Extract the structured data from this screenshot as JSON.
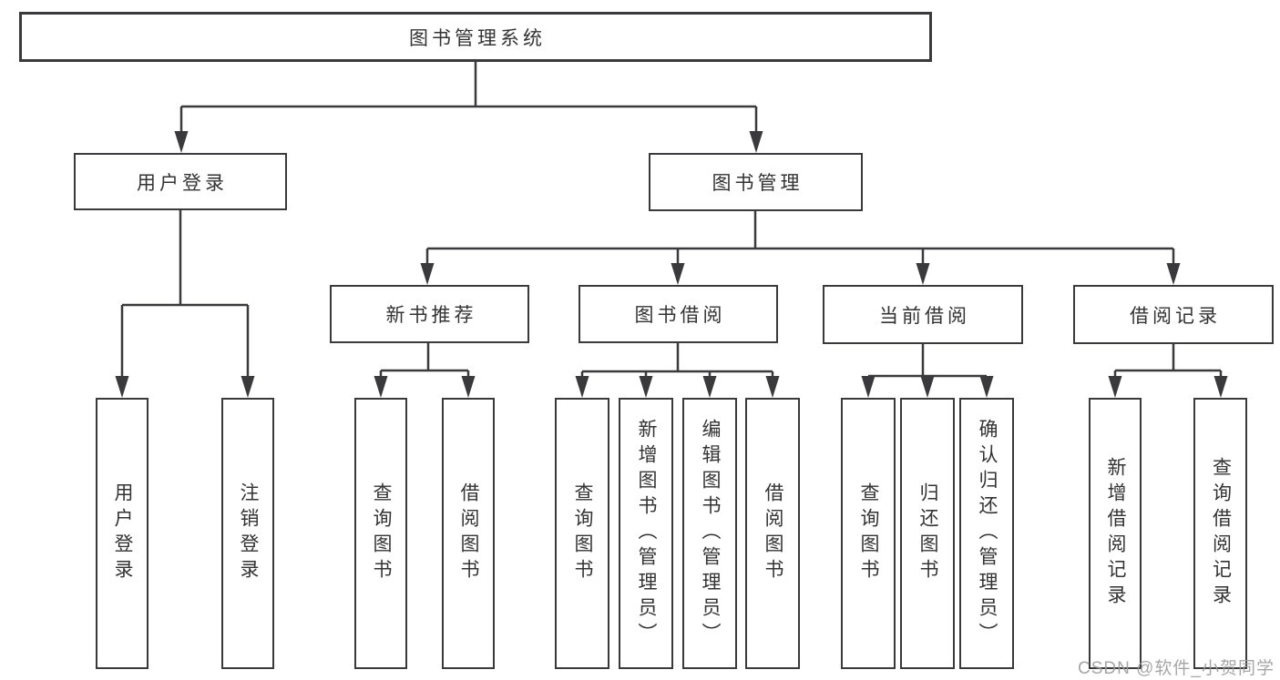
{
  "colors": {
    "background": "#ffffff",
    "line": "#3a3a3c",
    "box_border": "#3a3a3c",
    "text": "#333333",
    "watermark": "#9d9d9d"
  },
  "watermark": {
    "text": "CSDN @软件_小贺同学"
  },
  "tree": {
    "root": {
      "label": "图书管理系统",
      "children": [
        {
          "label": "用户登录",
          "children": [
            {
              "label": "用户登录"
            },
            {
              "label": "注销登录"
            }
          ]
        },
        {
          "label": "图书管理",
          "children": [
            {
              "label": "新书推荐",
              "children": [
                {
                  "label": "查询图书"
                },
                {
                  "label": "借阅图书"
                }
              ]
            },
            {
              "label": "图书借阅",
              "children": [
                {
                  "label": "查询图书"
                },
                {
                  "label": "新增图书（管理员）"
                },
                {
                  "label": "编辑图书（管理员）"
                },
                {
                  "label": "借阅图书"
                }
              ]
            },
            {
              "label": "当前借阅",
              "children": [
                {
                  "label": "查询图书"
                },
                {
                  "label": "归还图书"
                },
                {
                  "label": "确认归还（管理员）"
                }
              ]
            },
            {
              "label": "借阅记录",
              "children": [
                {
                  "label": "新增借阅记录"
                },
                {
                  "label": "查询借阅记录"
                }
              ]
            }
          ]
        }
      ]
    }
  }
}
